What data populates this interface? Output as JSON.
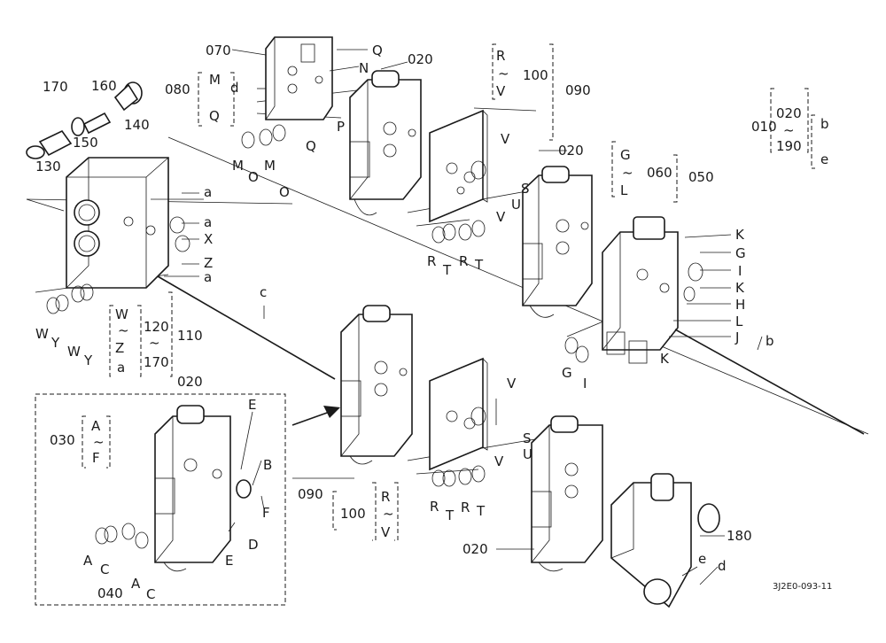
{
  "drawing_code": "3J2E0-093-11",
  "labels": {
    "l010": "010",
    "l020a": "020",
    "l190": "190",
    "lb": "b",
    "le": "e",
    "l070": "070",
    "l080": "080",
    "lM": "M",
    "lQ": "Q",
    "ld": "d",
    "lQ2": "Q",
    "lN": "N",
    "lP": "P",
    "lQ3": "Q",
    "lM2": "M",
    "lO2": "O",
    "lM3": "M",
    "lO3": "O",
    "l020top": "020",
    "lR1": "R",
    "lV1": "V",
    "l100": "100",
    "l090": "090",
    "lV2": "V",
    "lS2": "S",
    "lU2": "U",
    "lV3": "V",
    "lR2": "R",
    "lT2": "T",
    "lR3": "R",
    "lT3": "T",
    "l020mid": "020",
    "lG1": "G",
    "lL1": "L",
    "l060": "060",
    "l050": "050",
    "lK1": "K",
    "lG2": "G",
    "lI2": "I",
    "lK2": "K",
    "lH": "H",
    "lL2": "L",
    "lJ": "J",
    "lG3": "G",
    "lI3": "I",
    "lK3": "K",
    "lbrod": "b",
    "l170": "170",
    "l160": "160",
    "l140": "140",
    "l150": "150",
    "l130": "130",
    "la1": "a",
    "la2": "a",
    "lX": "X",
    "lZ": "Z",
    "la3": "a",
    "lW1": "W",
    "lY1": "Y",
    "lW2": "W",
    "lY2": "Y",
    "lW3": "W",
    "lZ3": "Z",
    "la4": "a",
    "l120": "120",
    "l170b": "170",
    "l110": "110",
    "lc": "c",
    "l020box": "020",
    "l030": "030",
    "lA": "A",
    "lF": "F",
    "lE1": "E",
    "lB": "B",
    "lF2": "F",
    "lD": "D",
    "lE2": "E",
    "lA2": "A",
    "lC2": "C",
    "l040": "040",
    "lA3": "A",
    "lC3": "C",
    "lV4": "V",
    "lS4": "S",
    "lU4": "U",
    "lV5": "V",
    "lR4": "R",
    "lT4": "T",
    "lR5": "R",
    "lT5": "T",
    "l090b": "090",
    "l100b": "100",
    "lR6": "R",
    "lV6": "V",
    "l020bot": "020",
    "l180": "180",
    "lee": "e",
    "ldd": "d",
    "tilde": "~"
  }
}
